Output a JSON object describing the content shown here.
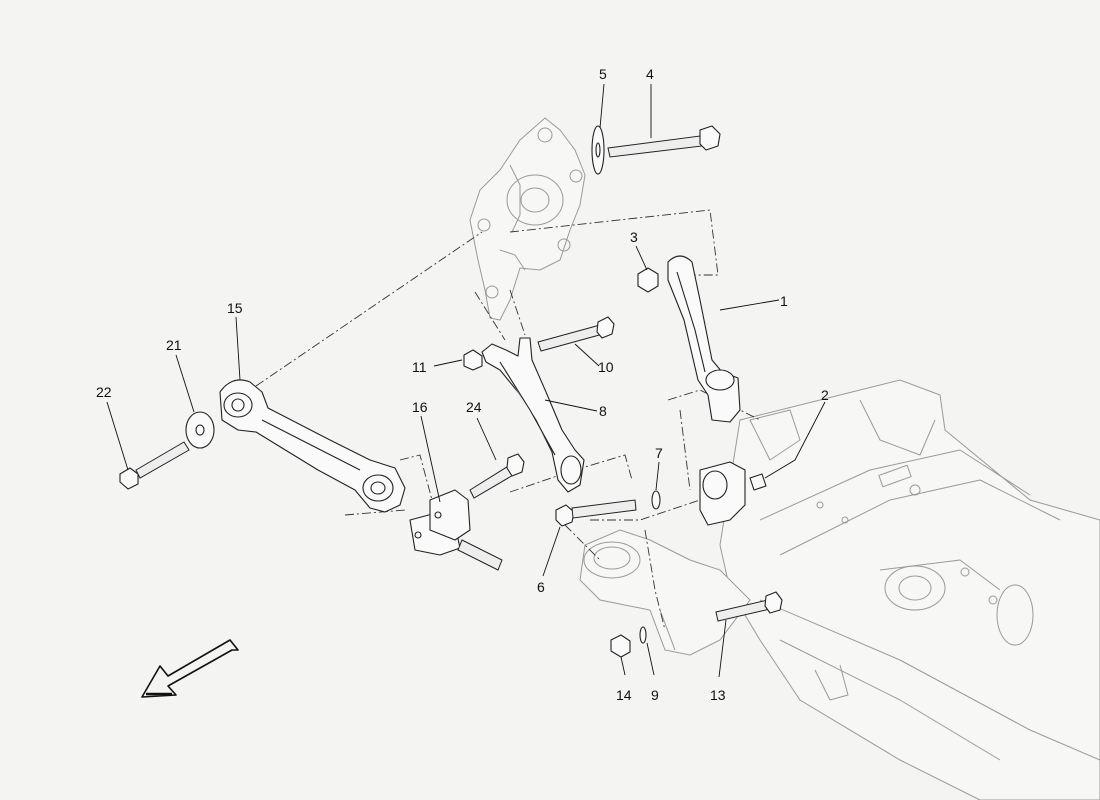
{
  "diagram": {
    "callouts": [
      {
        "id": "c1",
        "text": "1"
      },
      {
        "id": "c2",
        "text": "2"
      },
      {
        "id": "c3",
        "text": "3"
      },
      {
        "id": "c4",
        "text": "4"
      },
      {
        "id": "c5",
        "text": "5"
      },
      {
        "id": "c6",
        "text": "6"
      },
      {
        "id": "c7",
        "text": "7"
      },
      {
        "id": "c8",
        "text": "8"
      },
      {
        "id": "c9",
        "text": "9"
      },
      {
        "id": "c10",
        "text": "10"
      },
      {
        "id": "c11",
        "text": "11"
      },
      {
        "id": "c13",
        "text": "13"
      },
      {
        "id": "c14",
        "text": "14"
      },
      {
        "id": "c15",
        "text": "15"
      },
      {
        "id": "c16",
        "text": "16"
      },
      {
        "id": "c21",
        "text": "21"
      },
      {
        "id": "c22",
        "text": "22"
      },
      {
        "id": "c24",
        "text": "24"
      }
    ],
    "direction_arrow": "front-direction-arrow"
  }
}
